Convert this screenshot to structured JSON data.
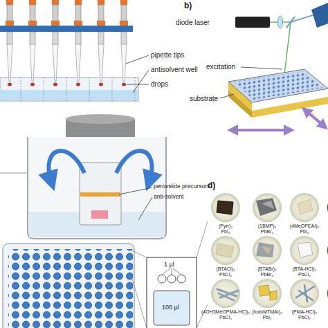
{
  "diagram": {
    "nodes": [
      {
        "text": [
          "(Pyrr)₂ PbI₂"
        ]
      },
      {
        "text": [
          "(1BMP)₂ PbBr₂"
        ]
      },
      {
        "text": [
          "(4MeOPEAI)₂ PbI₂"
        ]
      },
      {
        "text": [
          "(BTACl)₂ PbCl₂"
        ]
      },
      {
        "text": [
          "(BTABr)₂ PbBr₂"
        ]
      },
      {
        "text": [
          "(BTA-HCl)₂ PbCl₂"
        ]
      },
      {
        "text": [
          "(4OH3MeOPMA-HCl)₂ PbCl₂"
        ]
      },
      {
        "text": [
          "(IodoMTMAI)₂ PbI₂"
        ]
      },
      {
        "text": [
          "(PMA-HCl)₂ PbCl₂"
        ]
      }
    ],
    "labels": [
      "pipette tips",
      "antisolvent well",
      "drops",
      "b)",
      "diode laser",
      "excitation",
      "substrate",
      "perovskite precursors",
      "anti-solvent",
      "1 µl",
      "100 µl",
      "d)"
    ]
  }
}
